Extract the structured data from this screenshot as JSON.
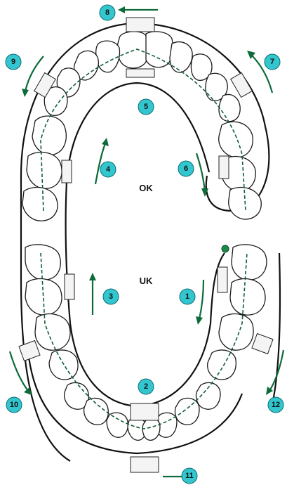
{
  "labels": {
    "upper_jaw": "OK",
    "lower_jaw": "UK"
  },
  "steps": [
    "1",
    "2",
    "3",
    "4",
    "5",
    "6",
    "7",
    "8",
    "9",
    "10",
    "11",
    "12"
  ],
  "colors": {
    "badge_fill": "#33c6cf",
    "arrow": "#0d6b3a",
    "outline": "#1a1a1a"
  }
}
